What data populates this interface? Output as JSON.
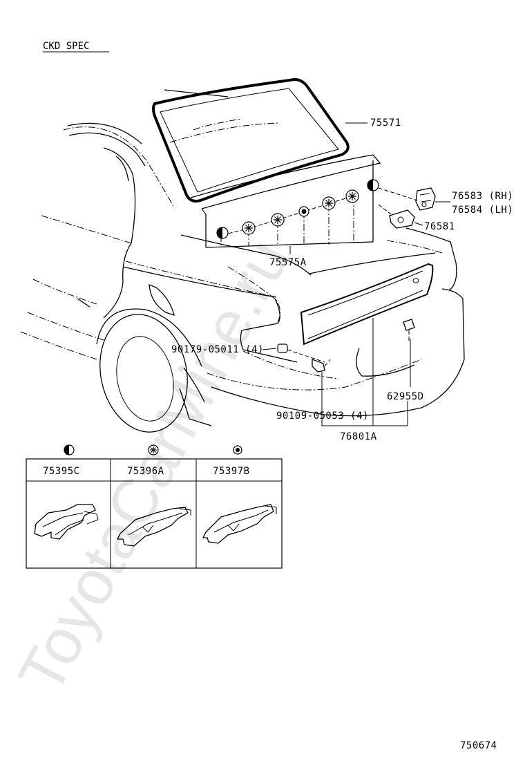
{
  "header": {
    "spec_label": "CKD SPEC"
  },
  "parts": {
    "window_molding": "75571",
    "clip_set": "75575A",
    "hinge_rh": "76583 (RH)",
    "hinge_lh": "76584 (LH)",
    "stay": "76581",
    "nut": "90179-05011 (4)",
    "stud_bolt": "90109-05053 (4)",
    "clip_62955": "62955D",
    "garnish": "76801A"
  },
  "legend": [
    {
      "symbol": "half-circle-icon",
      "part_no": "75395C"
    },
    {
      "symbol": "asterisk-circle-icon",
      "part_no": "75396A"
    },
    {
      "symbol": "dot-circle-icon",
      "part_no": "75397B"
    }
  ],
  "figure_id": "750674",
  "watermark": "ToyotaCarMine.ru"
}
